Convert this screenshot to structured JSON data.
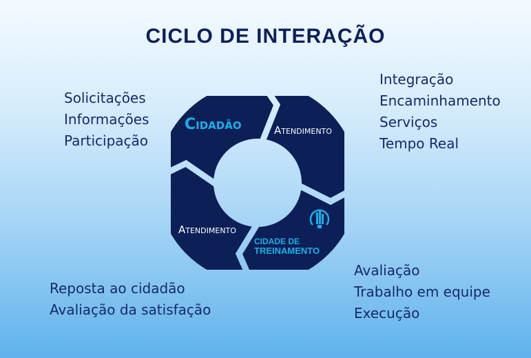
{
  "title": "CICLO DE INTERAÇÃO",
  "cycle": {
    "cidadao": "Cidadão",
    "atendimento_top": "Atendimento",
    "atendimento_bottom": "Atendimento",
    "cidade_line1": "CIDADE DE",
    "cidade_line2": "TREINAMENTO",
    "logo_icon": "city-building-icon"
  },
  "top_left": [
    "Solicitações",
    "Informações",
    "Participação"
  ],
  "top_right": [
    "Integração",
    "Encaminhamento",
    "Serviços",
    "Tempo Real"
  ],
  "bottom_left": [
    "Reposta ao cidadão",
    "Avaliação da satisfação"
  ],
  "bottom_right": [
    "Avaliação",
    "Trabalho em equipe",
    "Execução"
  ],
  "colors": {
    "ring": "#0c1f57",
    "accent": "#1ab0e8",
    "text": "#16296b"
  }
}
